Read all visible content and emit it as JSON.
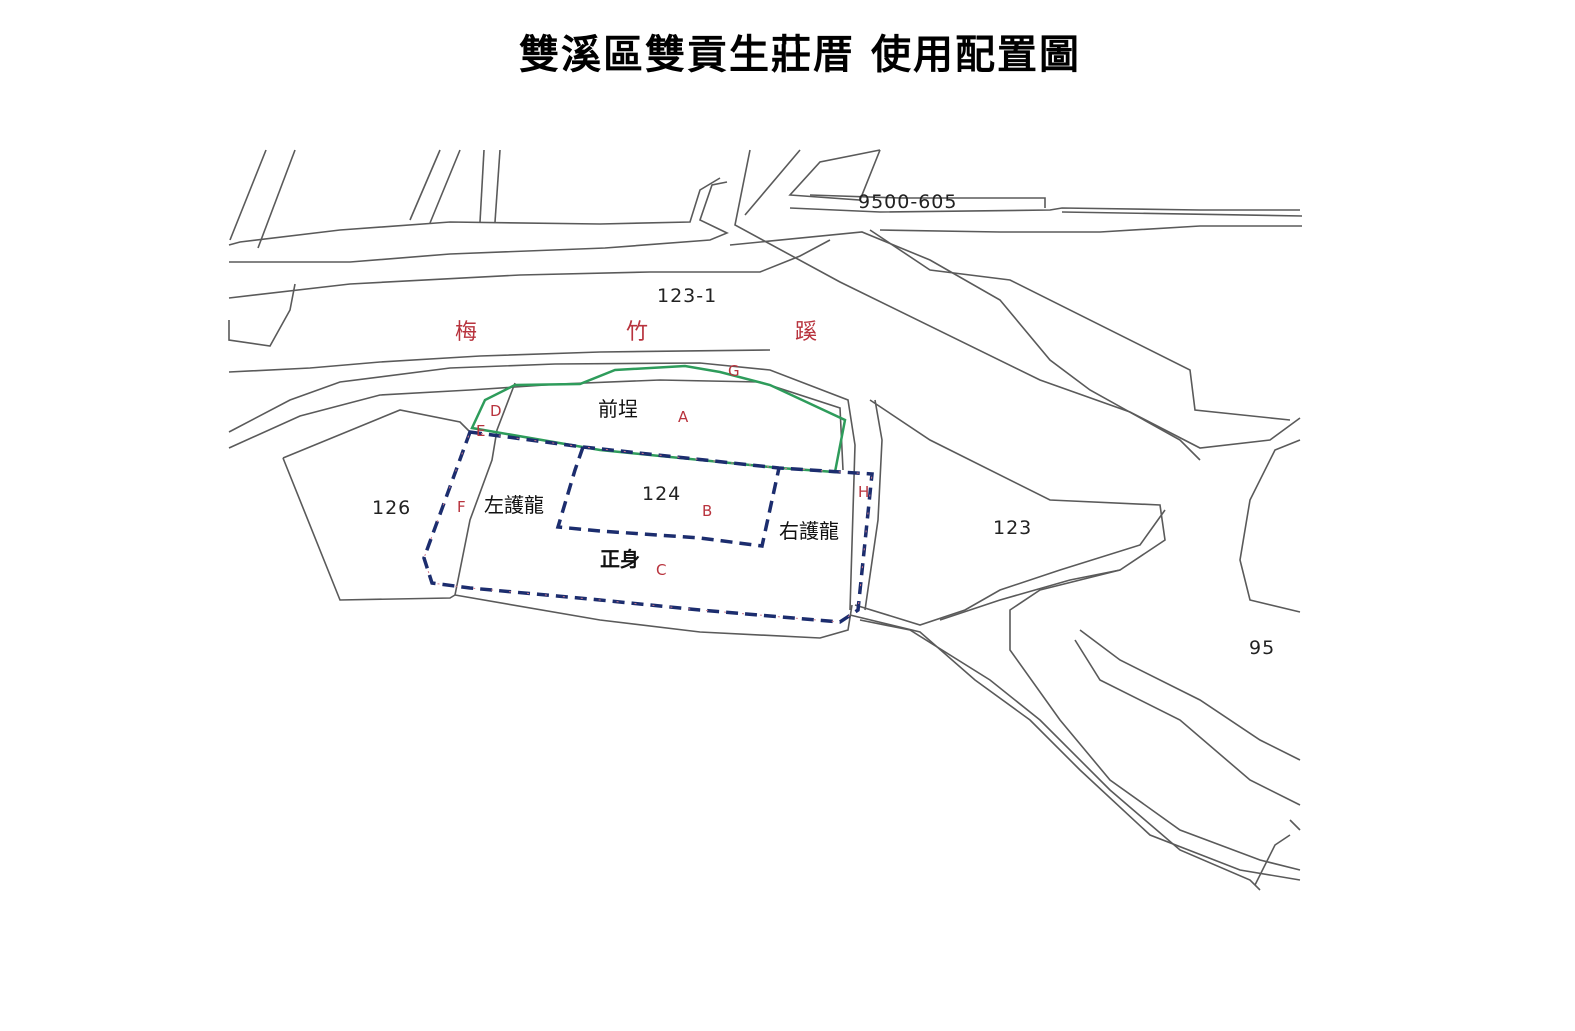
{
  "title": "雙溪區雙貢生莊厝 使用配置圖",
  "colors": {
    "base_line": "#5a5a5a",
    "front_yard_outline": "#2e9c5b",
    "dashed_boundary": "#1c2d6e",
    "marker_red": "#b8333d",
    "stream_label_red": "#b8333d"
  },
  "parcels": {
    "p123_1": "123-1",
    "p9500_605": "9500-605",
    "p126": "126",
    "p124": "124",
    "p123": "123",
    "p95": "95"
  },
  "stream": {
    "chars": [
      "梅",
      "竹",
      "蹊"
    ]
  },
  "areas": {
    "front_yard": "前埕",
    "left_wing": "左護龍",
    "right_wing": "右護龍",
    "main_hall": "正身"
  },
  "markers": {
    "a": "A",
    "b": "B",
    "c": "C",
    "d": "D",
    "e": "E",
    "f": "F",
    "g": "G",
    "h": "H"
  }
}
